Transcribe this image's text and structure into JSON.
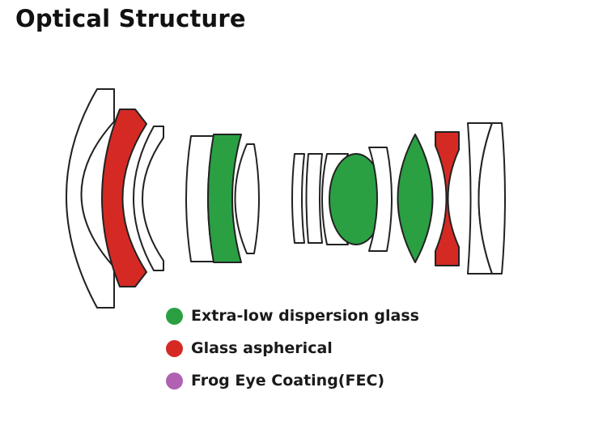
{
  "title": "Optical Structure",
  "colors": {
    "ed_glass": "#2aa043",
    "aspherical": "#d52a24",
    "fec": "#b061b2",
    "plain": "#ffffff",
    "outline": "#222222"
  },
  "legend": [
    {
      "label": "Extra-low dispersion glass",
      "color": "#2aa043",
      "icon": "green-dot-icon"
    },
    {
      "label": "Glass aspherical",
      "color": "#d52a24",
      "icon": "red-dot-icon"
    },
    {
      "label": "Frog  Eye Coating(FEC)",
      "color": "#b061b2",
      "icon": "purple-dot-icon"
    }
  ]
}
